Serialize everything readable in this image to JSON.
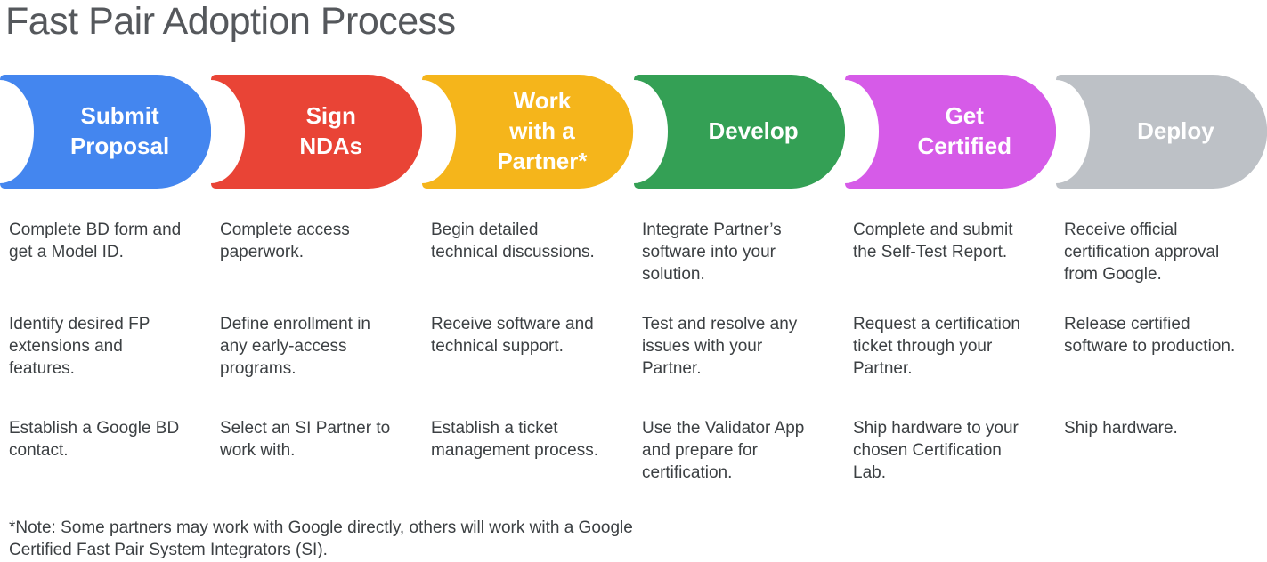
{
  "title": "Fast Pair Adoption Process",
  "note": "*Note: Some partners may work with Google directly, others will work with a Google Certified Fast Pair System Integrators (SI).",
  "colors": {
    "blue": "#4486EF",
    "red": "#E94436",
    "yellow": "#F5B51B",
    "green": "#34A055",
    "magenta": "#D65BE8",
    "gray": "#BDC1C6",
    "body_text": "#3C4043",
    "stage_text": "#FFFFFF"
  },
  "stages": [
    {
      "label": "Submit\nProposal",
      "color": "#4486EF",
      "steps": [
        "Complete BD form and get a Model ID.",
        "Identify desired FP extensions and features.",
        "Establish a Google BD contact."
      ]
    },
    {
      "label": "Sign\nNDAs",
      "color": "#E94436",
      "steps": [
        "Complete access paperwork.",
        "Define enrollment in any early-access programs.",
        "Select an SI Partner to work with."
      ]
    },
    {
      "label": "Work\nwith a\nPartner*",
      "color": "#F5B51B",
      "steps": [
        "Begin detailed technical discussions.",
        "Receive software and technical support.",
        "Establish a ticket management process."
      ]
    },
    {
      "label": "Develop",
      "color": "#34A055",
      "steps": [
        "Integrate Partner’s software into your solution.",
        "Test and resolve any issues with your Partner.",
        "Use the Validator App and prepare for certification."
      ]
    },
    {
      "label": "Get\nCertified",
      "color": "#D65BE8",
      "steps": [
        "Complete and submit the Self-Test Report.",
        "Request a certification ticket through your Partner.",
        "Ship hardware to your chosen Certification Lab."
      ]
    },
    {
      "label": "Deploy",
      "color": "#BDC1C6",
      "steps": [
        "Receive official certification approval from Google.",
        "Release certified software to production.",
        "Ship hardware."
      ]
    }
  ]
}
